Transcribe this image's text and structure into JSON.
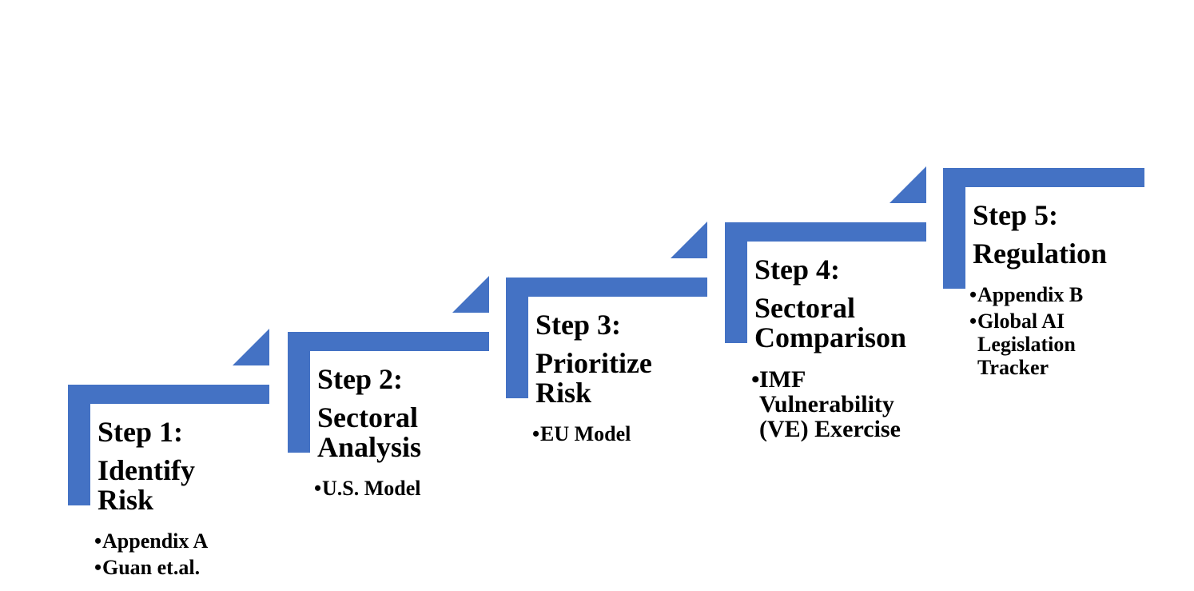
{
  "diagram": {
    "kind": "step-up-process",
    "accent_color": "#4472C4",
    "text_color": "#000000",
    "background_color": "#FFFFFF"
  },
  "steps": [
    {
      "label": "Step 1:",
      "title": "Identify\nRisk",
      "bullets": [
        "Appendix A",
        "Guan et.al."
      ]
    },
    {
      "label": "Step 2:",
      "title": "Sectoral\nAnalysis",
      "bullets": [
        "U.S. Model"
      ]
    },
    {
      "label": "Step 3:",
      "title": "Prioritize\nRisk",
      "bullets": [
        "EU Model"
      ]
    },
    {
      "label": "Step 4:",
      "title": "Sectoral\nComparison",
      "bullets": [
        "IMF\nVulnerability\n(VE) Exercise"
      ]
    },
    {
      "label": "Step 5:",
      "title": "Regulation",
      "bullets": [
        "Appendix B",
        "Global AI\nLegislation\nTracker"
      ]
    }
  ]
}
